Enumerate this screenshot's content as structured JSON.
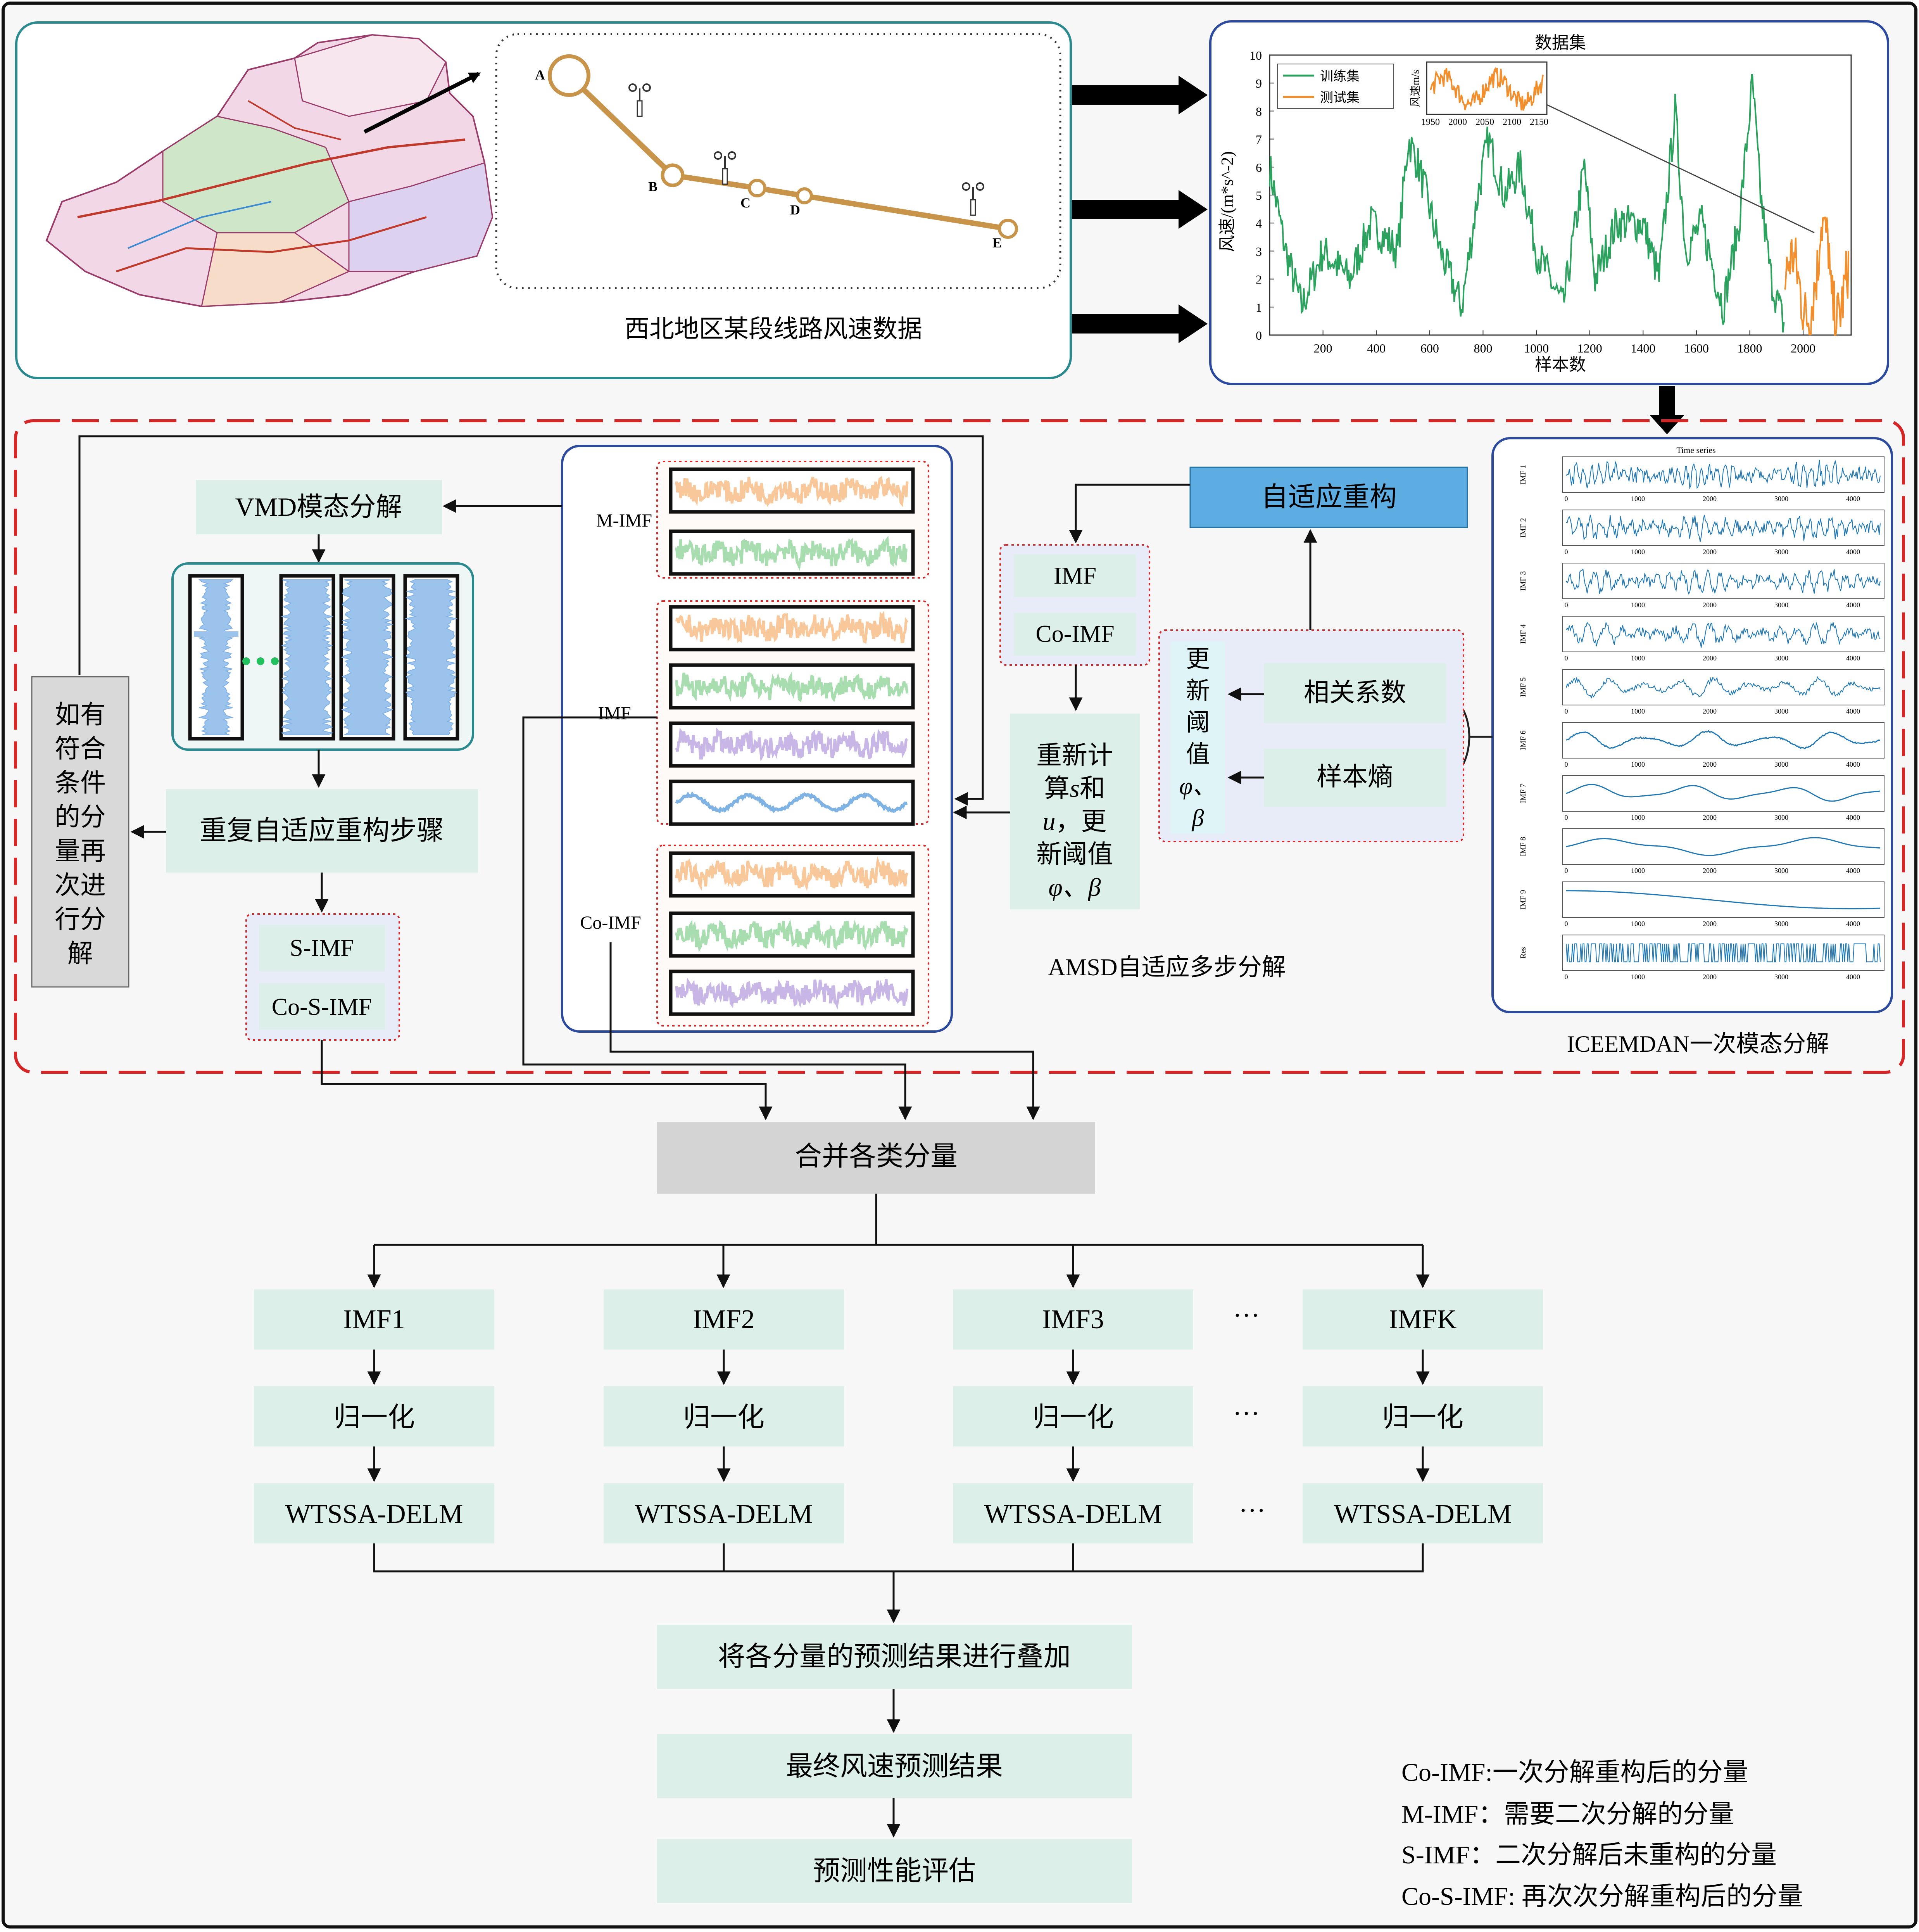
{
  "top": {
    "region_caption": "西北地区某段线路风速数据",
    "station_labels": [
      "A",
      "B",
      "C",
      "D",
      "E"
    ]
  },
  "dataset_chart": {
    "title": "数据集",
    "xlabel": "样本数",
    "ylabel": "风速/(m*s^-2)",
    "legend": [
      "训练集",
      "测试集"
    ],
    "x_ticks": [
      "200",
      "400",
      "600",
      "800",
      "1000",
      "1200",
      "1400",
      "1600",
      "1800",
      "2000"
    ],
    "y_ticks": [
      "0",
      "1",
      "2",
      "3",
      "4",
      "5",
      "6",
      "7",
      "8",
      "9",
      "10"
    ],
    "inset_ylabel": "风速m/s",
    "inset_ticks": [
      "1950",
      "2000",
      "2050",
      "2100",
      "2150"
    ]
  },
  "iceemdan": {
    "title": "Time series",
    "caption": "ICEEMDAN一次模态分解",
    "panel_labels": [
      "IMF 1",
      "IMF 2",
      "IMF 3",
      "IMF 4",
      "IMF 5",
      "IMF 6",
      "IMF 7",
      "IMF 8",
      "IMF 9",
      "Res"
    ],
    "x_ticks": [
      "0",
      "1000",
      "2000",
      "3000",
      "4000"
    ]
  },
  "amsd": {
    "caption": "AMSD自适应多步分解",
    "adaptive_reconstruct": "自适应重构",
    "correlation": "相关系数",
    "sample_entropy": "样本熵",
    "update_threshold": "更新阈值φ、β",
    "imf": "IMF",
    "co_imf": "Co-IMF",
    "recalc": "重新计算s和u，更新阈值φ、β",
    "group_labels": [
      "M-IMF",
      "IMF",
      "Co-IMF"
    ],
    "vmd": "VMD模态分解",
    "repeat": "重复自适应重构步骤",
    "s_imf": "S-IMF",
    "co_s_imf": "Co-S-IMF",
    "loop_note": "如有符合条件的分量再次进行分解"
  },
  "bottom": {
    "merge": "合并各类分量",
    "imfs": [
      "IMF1",
      "IMF2",
      "IMF3",
      "IMFK"
    ],
    "normalize": "归一化",
    "model": "WTSSA-DELM",
    "ellipsis": "···",
    "superpose": "将各分量的预测结果进行叠加",
    "final": "最终风速预测结果",
    "evaluate": "预测性能评估"
  },
  "legend_notes": [
    "Co-IMF:一次分解重构后的分量",
    "M-IMF：需要二次分解的分量",
    "S-IMF：二次分解后未重构的分量",
    "Co-S-IMF: 再次次分解重构后的分量"
  ],
  "colors": {
    "train": "#2ca25f",
    "test": "#f28e2b",
    "box_fill": "#dcefe9",
    "adaptive_fill": "#5dade2",
    "merge_fill": "#d4d4d4",
    "dash_red": "#d62728",
    "decomp_blue": "#1f77b4"
  }
}
